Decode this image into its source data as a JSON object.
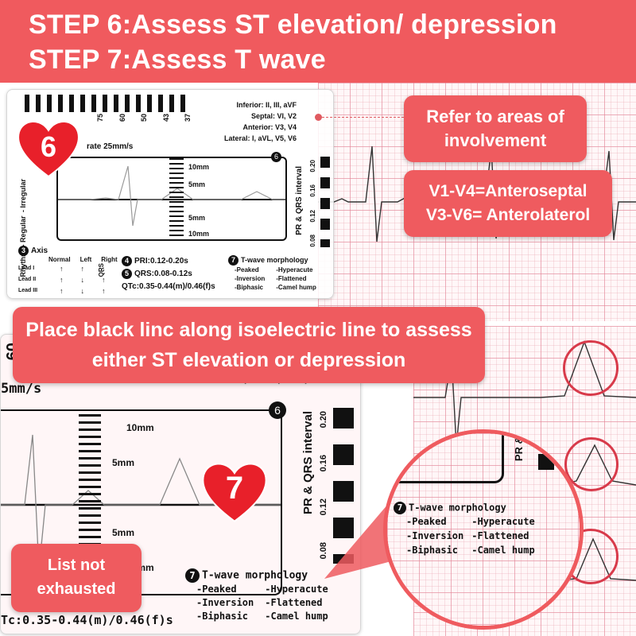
{
  "header": {
    "line1": "STEP 6:Assess ST elevation/ depression",
    "line2": "STEP 7:Assess T wave"
  },
  "hearts": {
    "six": "6",
    "seven": "7"
  },
  "callouts": {
    "refer": "Refer to areas of involvement",
    "leads_line1": "V1-V4=Anteroseptal",
    "leads_line2": "V3-V6= Anterolaterol",
    "place": "Place black linc along isoelectric line to assess either ST elevation or depression",
    "list_not": "List not exhausted"
  },
  "ruler_top": {
    "areas": [
      "Inferior: II, III, aVF",
      "Septal: VI, V2",
      "Anterior: V3, V4",
      "Lateral: I, aVL, V5, V6"
    ],
    "scale_numbers": [
      "75",
      "60",
      "50",
      "43",
      "37"
    ],
    "rate": "rate 25mm/s",
    "box_num": "6",
    "mm_labels": [
      "10mm",
      "5mm",
      "5mm",
      "10mm"
    ],
    "pr_qrs_title": "PR & QRS interval",
    "pr_qrs_values": [
      "0.20",
      "0.16",
      "0.12",
      "0.08"
    ],
    "rhythm": [
      "Rhythm",
      "- Regular",
      "- Irregular"
    ],
    "axis_title": "Axis",
    "axis_cols": [
      "Normal",
      "Left",
      "Right"
    ],
    "axis_rows": [
      {
        "lead": "Lead I",
        "vals": [
          "↑",
          "↑",
          "↓"
        ]
      },
      {
        "lead": "Lead II",
        "vals": [
          "↑",
          "↓",
          "↑"
        ]
      },
      {
        "lead": "Lead III",
        "vals": [
          "↑",
          "↓",
          "↑"
        ]
      }
    ],
    "qrs_side": "QRS",
    "pri": "PRI:0.12-0.20s",
    "qrs": "QRS:0.08-0.12s",
    "qtc": "QTc:0.35-0.44(m)/0.46(f)s",
    "tw_title": "T-wave morphology",
    "tw_items": [
      "-Peaked",
      "-Hyperacute",
      "-Inversion",
      "-Flattened",
      "-Biphasic",
      "-Camel hump"
    ]
  },
  "ruler_bottom": {
    "scale_partial": "60",
    "rate_partial": "5mm/s",
    "areas_partial": "Lateral: I, aVL, V5, V6",
    "box_num": "6",
    "mm_labels": [
      "10mm",
      "5mm",
      "5mm",
      "10mm"
    ],
    "pr_qrs_title": "PR & QRS interval",
    "pr_qrs_values": [
      "0.20",
      "0.16",
      "0.12",
      "0.08"
    ],
    "qtc": "Tc:0.35-0.44(m)/0.46(f)s",
    "tw_title": "T-wave morphology",
    "tw_items": [
      "-Peaked",
      "-Hyperacute",
      "-Inversion",
      "-Flattened",
      "-Biphasic",
      "-Camel hump"
    ]
  },
  "zoom": {
    "pr_partial": "PR &",
    "tw_title": "T-wave morphology",
    "tw_items": [
      "-Peaked",
      "-Hyperacute",
      "-Inversion",
      "-Flattened",
      "-Biphasic",
      "-Camel hump"
    ]
  },
  "colors": {
    "accent": "#f05a5e",
    "grid": "#e1828f",
    "circle": "#d83a4a"
  },
  "icons": [
    "heart-icon",
    "heart-icon",
    "number-bullet-icon"
  ]
}
